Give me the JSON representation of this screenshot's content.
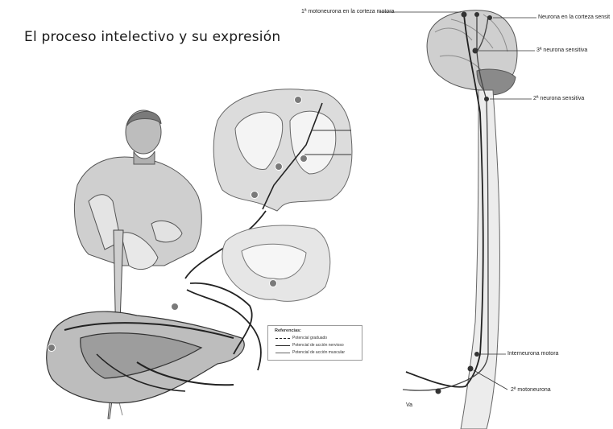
{
  "title": "El proceso intelectivo y su expresión",
  "left_figure": {
    "legend": {
      "title": "Referencias:",
      "items": [
        "Potencial graduado",
        "Potencial de acción nervioso",
        "Potencial de acción muscular"
      ]
    }
  },
  "right_figure": {
    "labels": {
      "motor_neuron_1": "1ª motoneurona en la corteza motora",
      "cortex_neuron": "Neurona en la corteza sensit",
      "sensory_neuron_3": "3ª neurona sensitiva",
      "sensory_neuron_2": "2ª neurona sensitiva",
      "interneuron": "Interneurona motora",
      "motor_neuron_2": "2ª motoneurona",
      "va": "Va"
    }
  }
}
